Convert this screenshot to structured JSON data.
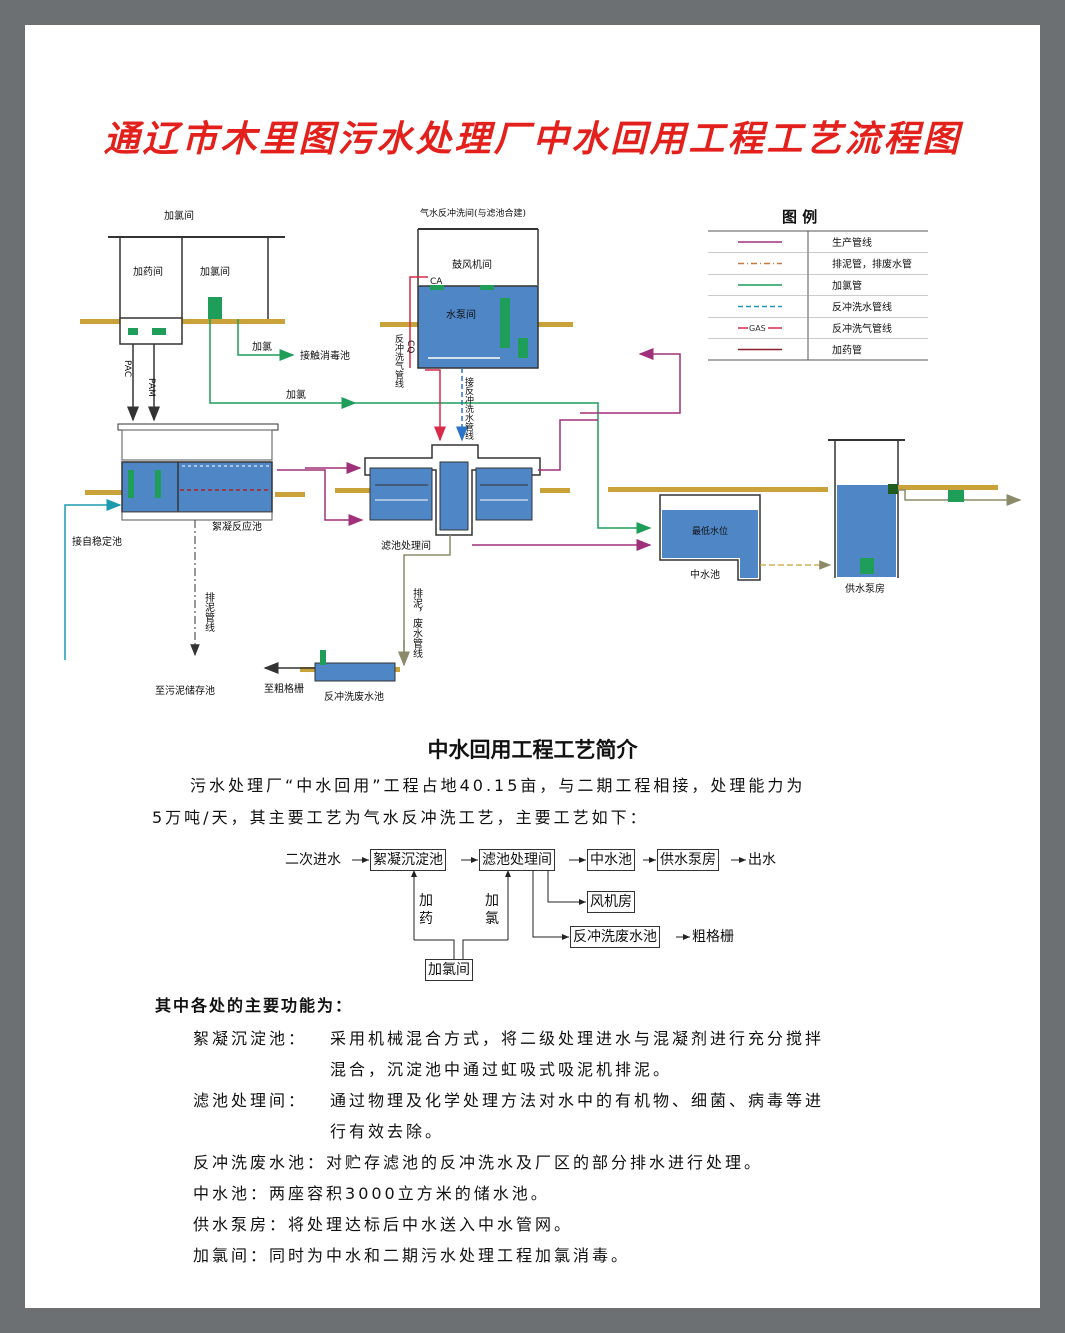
{
  "title": "通辽市木里图污水处理厂中水回用工程工艺流程图",
  "legend": {
    "title": "图 例",
    "items": [
      {
        "label": "生产管线",
        "color": "#a1307a",
        "style": "solid",
        "mark": ""
      },
      {
        "label": "排泥管，排废水管",
        "color": "#c9783f",
        "style": "dashdot",
        "mark": ""
      },
      {
        "label": "加氯管",
        "color": "#1f9e5a",
        "style": "solid",
        "mark": ""
      },
      {
        "label": "反冲洗水管线",
        "color": "#1c9bb0",
        "style": "dashed",
        "mark": ""
      },
      {
        "label": "反冲洗气管线",
        "color": "#d62c4a",
        "style": "solid",
        "mark": "GAS"
      },
      {
        "label": "加药管",
        "color": "#8a1f2a",
        "style": "solid",
        "mark": ""
      }
    ]
  },
  "diagram": {
    "chlorine_room": "加氯间",
    "dosing_room": "加药间",
    "chlorine_room_inner": "加氯间",
    "chlorine_1": "加氯",
    "chlorine_2": "加氯",
    "contact_tank": "接触消毒池",
    "pac": "PAC",
    "pam": "PAM",
    "blower_backwash_room": "气水反冲洗间(与滤池合建)",
    "blower_room": "鼓风机间",
    "pump_room": "水泵间",
    "ca_mark": "CA",
    "cq_mark": "CQ",
    "backwash_air_pipe": "反冲洗气管线",
    "backwash_water_pipe": "接反冲洗水管线",
    "floc_tank": "絮凝反应池",
    "filter_room": "滤池处理间",
    "reclaimed_tank": "中水池",
    "lowest_level": "最低水位",
    "supply_pump_room": "供水泵房",
    "from_settling": "接自稳定池",
    "sludge_pipe": "排泥管线",
    "sludge_waste_pipe": "排泥，废水管线",
    "to_sludge_storage": "至污泥储存池",
    "to_coarse_screen": "至粗格栅",
    "backwash_waste_tank": "反冲洗废水池"
  },
  "intro": {
    "title": "中水回用工程工艺简介",
    "line1": "污水处理厂“中水回用”工程占地40.15亩，与二期工程相接，处理能力为",
    "line2": "5万吨/天，其主要工艺为气水反冲洗工艺，主要工艺如下："
  },
  "flow": {
    "start": "二次进水",
    "floc": "絮凝沉淀池",
    "filter": "滤池处理间",
    "reclaimed": "中水池",
    "pump": "供水泵房",
    "outlet": "出水",
    "dosing": "加药",
    "chlorine": "加氯",
    "blower": "风机房",
    "backwash": "反冲洗废水池",
    "coarse": "粗格栅",
    "chlorine_room": "加氯间"
  },
  "functions": {
    "heading": "其中各处的主要功能为：",
    "items": [
      {
        "name": "絮凝沉淀池：",
        "text": "采用机械混合方式，将二级处理进水与混凝剂进行充分搅拌",
        "cont": "混合，沉淀池中通过虹吸式吸泥机排泥。"
      },
      {
        "name": "滤池处理间：",
        "text": "通过物理及化学处理方法对水中的有机物、细菌、病毒等进",
        "cont": "行有效去除。"
      },
      {
        "name": "反冲洗废水池：",
        "text": "对贮存滤池的反冲洗水及厂区的部分排水进行处理。",
        "cont": ""
      },
      {
        "name": "中水池：",
        "text": "两座容积3000立方米的储水池。",
        "cont": ""
      },
      {
        "name": "供水泵房：",
        "text": "将处理达标后中水送入中水管网。",
        "cont": ""
      },
      {
        "name": "加氯间：",
        "text": "同时为中水和二期污水处理工程加氯消毒。",
        "cont": ""
      }
    ]
  },
  "colors": {
    "title": "#e3201b",
    "water": "#4f86c6",
    "frame": "#6d7072",
    "ground": "#c9a23a"
  }
}
